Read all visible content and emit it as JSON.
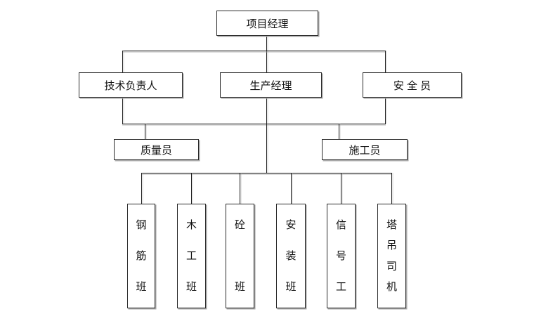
{
  "diagram": {
    "type": "org-chart",
    "background_color": "#ffffff",
    "line_color": "#1f1f1f",
    "box_border_color": "#2a2a2a",
    "box_shadow_color": "#a6a6a6",
    "nodes": {
      "project_manager": {
        "label": "项目经理"
      },
      "technical_director": {
        "label": "技术负责人"
      },
      "production_manager": {
        "label": "生产经理"
      },
      "safety_officer": {
        "label": "安 全 员"
      },
      "quality_inspector": {
        "label": "质量员"
      },
      "construction_supervisor": {
        "label": "施工员"
      },
      "teams": [
        {
          "label": "钢筋班"
        },
        {
          "label": "木工班"
        },
        {
          "label": "砼班"
        },
        {
          "label": "安装班"
        },
        {
          "label": "信号工"
        },
        {
          "label": "塔吊司机"
        }
      ]
    },
    "hierarchy": {
      "level1": [
        "项目经理"
      ],
      "level2": [
        "技术负责人",
        "生产经理",
        "安 全 员"
      ],
      "level3": [
        "质量员",
        "施工员"
      ],
      "level4": [
        "钢筋班",
        "木工班",
        "砼班",
        "安装班",
        "信号工",
        "塔吊司机"
      ]
    }
  }
}
